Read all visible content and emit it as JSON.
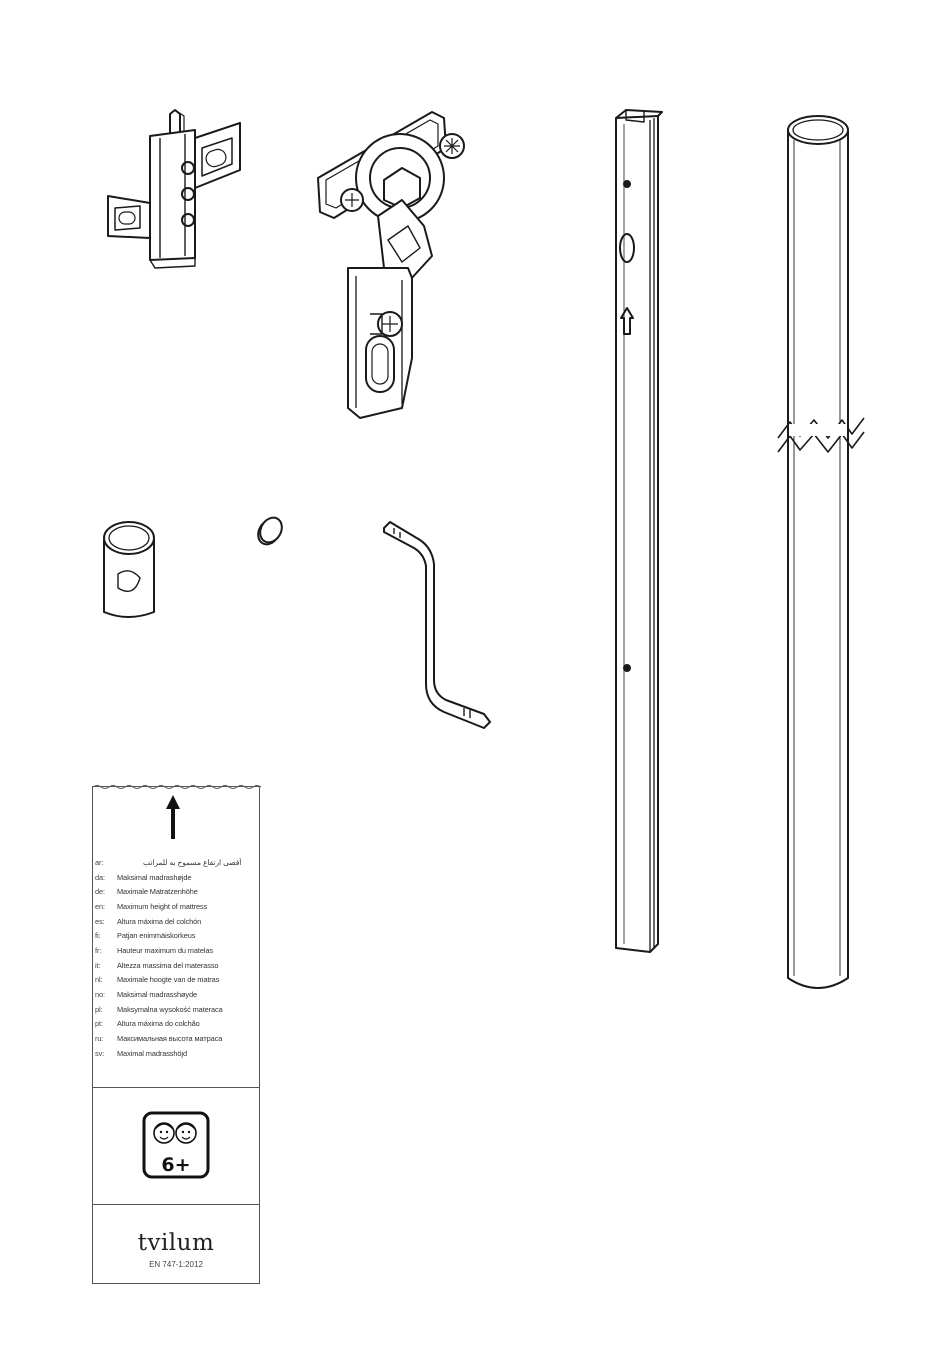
{
  "parts": [
    {
      "icon": "bracket-icon"
    },
    {
      "icon": "hinge-fitting-icon"
    },
    {
      "icon": "square-post-icon"
    },
    {
      "icon": "oval-tube-icon"
    },
    {
      "icon": "cap-icon"
    },
    {
      "icon": "disc-icon"
    },
    {
      "icon": "hex-key-icon"
    }
  ],
  "label": {
    "languages": [
      {
        "code": "ar:",
        "text": "أقصى ارتفاع مسموح به للمراتب"
      },
      {
        "code": "da:",
        "text": "Maksimal madrashøjde"
      },
      {
        "code": "de:",
        "text": "Maximale Matratzenhöhe"
      },
      {
        "code": "en:",
        "text": "Maximum height of mattress"
      },
      {
        "code": "es:",
        "text": "Altura máxima del colchón"
      },
      {
        "code": "fi:",
        "text": "Patjan enimmäiskorkeus"
      },
      {
        "code": "fr:",
        "text": "Hauteur maximum du matelas"
      },
      {
        "code": "it:",
        "text": "Altezza massima del materasso"
      },
      {
        "code": "nl:",
        "text": "Maximale hoogte van de matras"
      },
      {
        "code": "no:",
        "text": "Maksimal madrasshøyde"
      },
      {
        "code": "pl:",
        "text": "Maksymalna wysokość materaca"
      },
      {
        "code": "pt:",
        "text": "Altura máxima do colchão"
      },
      {
        "code": "ru:",
        "text": "Максимальная высота матраса"
      },
      {
        "code": "sv:",
        "text": "Maximal madrasshöjd"
      }
    ],
    "age_badge": "6+",
    "brand": "tvilum",
    "standard": "EN 747-1:2012",
    "icons": {
      "arrow": "up-arrow-icon",
      "age": "children-faces-icon"
    }
  }
}
